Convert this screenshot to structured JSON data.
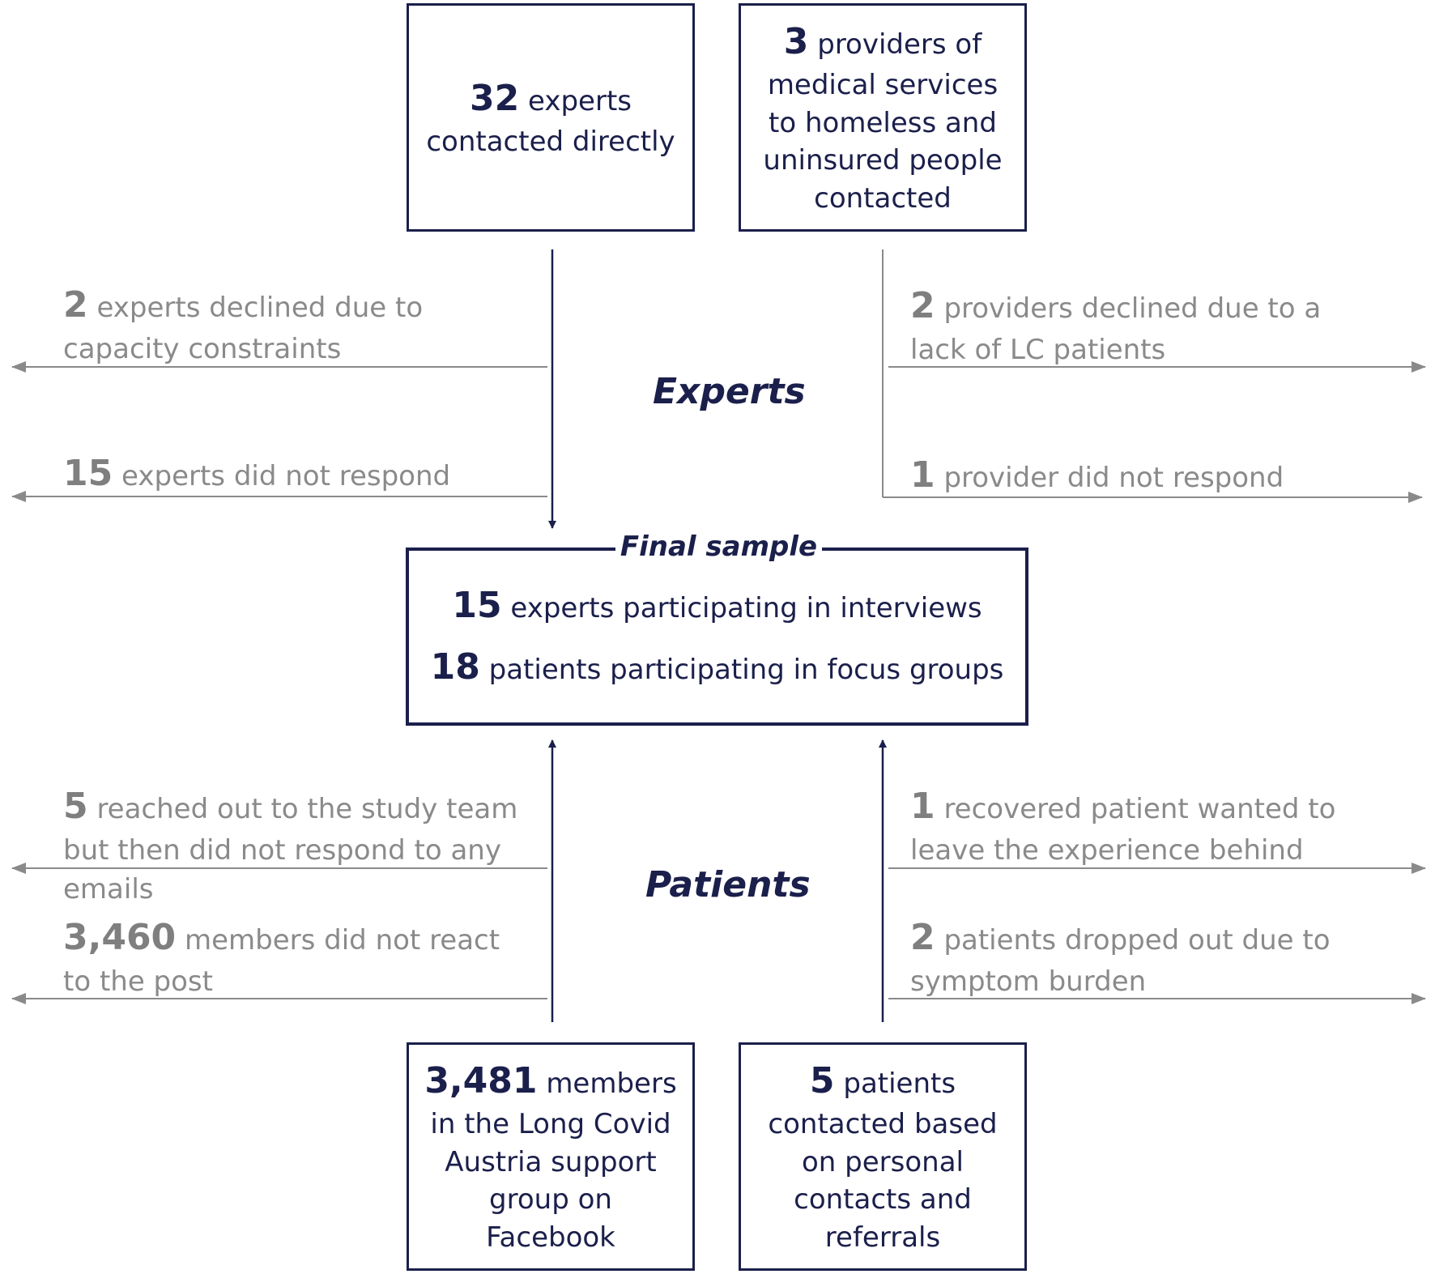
{
  "top_left_box": {
    "number": "32",
    "text": "experts contacted directly"
  },
  "top_right_box": {
    "number": "3",
    "text": "providers of medical services to homeless and uninsured people contacted"
  },
  "experts_section": {
    "label": "Experts",
    "left_exclusions": [
      {
        "number": "2",
        "text": "experts declined due to capacity constraints"
      },
      {
        "number": "15",
        "text": "experts did not respond"
      }
    ],
    "right_exclusions": [
      {
        "number": "2",
        "text": "providers declined due to a lack of LC patients"
      },
      {
        "number": "1",
        "text": "provider did not respond"
      }
    ]
  },
  "final_sample": {
    "label": "Final sample",
    "lines": [
      {
        "number": "15",
        "text": "experts participating in interviews"
      },
      {
        "number": "18",
        "text": "patients participating in focus groups"
      }
    ]
  },
  "patients_section": {
    "label": "Patients",
    "left_exclusions": [
      {
        "number": "5",
        "text": "reached out to the study team but then did not respond to any emails"
      },
      {
        "number": "3,460",
        "text": "members did not react to the post"
      }
    ],
    "right_exclusions": [
      {
        "number": "1",
        "text": "recovered patient wanted to leave the experience behind"
      },
      {
        "number": "2",
        "text": "patients dropped out due to symptom burden"
      }
    ]
  },
  "bottom_left_box": {
    "number": "3,481",
    "text": "members in the Long Covid Austria support group on Facebook"
  },
  "bottom_right_box": {
    "number": "5",
    "text": "patients contacted based on personal contacts and referrals"
  },
  "colors": {
    "navy": "#1b1f4b",
    "gray": "#8a8a8a"
  }
}
